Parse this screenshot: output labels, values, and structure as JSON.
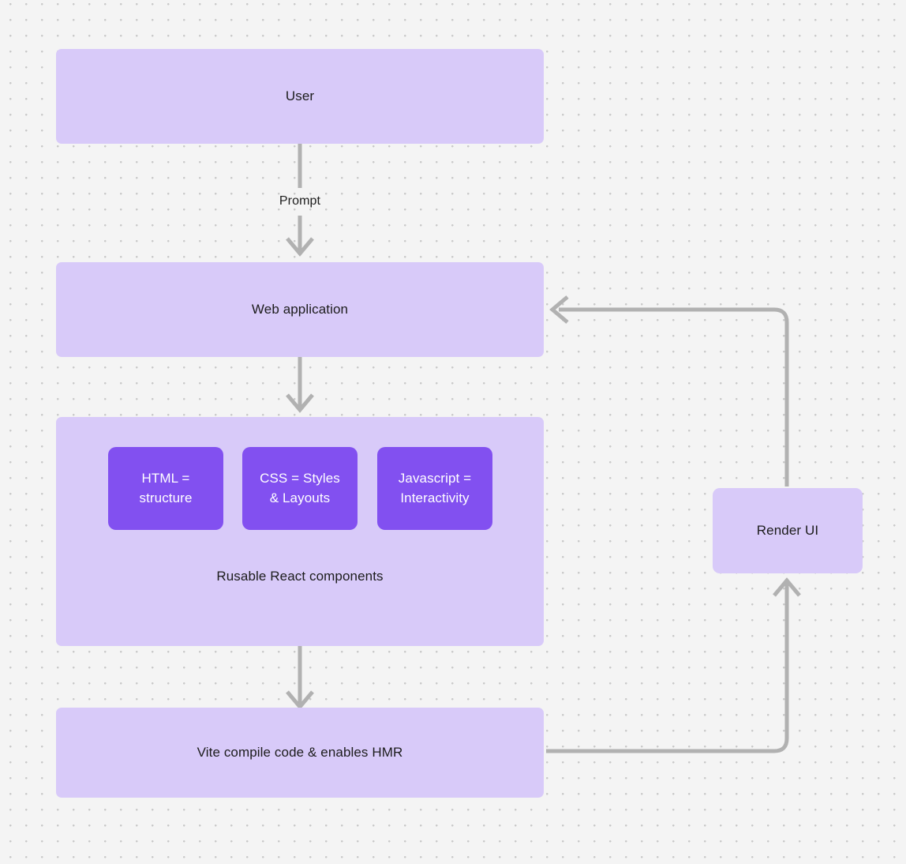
{
  "diagram": {
    "background_color": "#f4f4f4",
    "dot_color": "#c9c9c9",
    "node_fill_light": "#d8caf9",
    "node_fill_deep": "#8250f0",
    "edge_color": "#b1b1b1",
    "text_color": "#1c1c1c",
    "nodes": {
      "user": {
        "label": "User"
      },
      "web_application": {
        "label": "Web application"
      },
      "components_group": {
        "caption": "Rusable React components"
      },
      "html_box": {
        "line1": "HTML =",
        "line2": "structure"
      },
      "css_box": {
        "line1": "CSS = Styles",
        "line2": "& Layouts"
      },
      "javascript_box": {
        "line1": "Javascript =",
        "line2": "Interactivity"
      },
      "vite": {
        "label": "Vite compile code & enables HMR"
      },
      "render_ui": {
        "label": "Render UI"
      }
    },
    "edges": {
      "user_to_web": {
        "label": "Prompt"
      },
      "web_to_components": {
        "label": ""
      },
      "components_to_vite": {
        "label": ""
      },
      "vite_to_render": {
        "label": ""
      },
      "render_to_web": {
        "label": ""
      }
    }
  }
}
